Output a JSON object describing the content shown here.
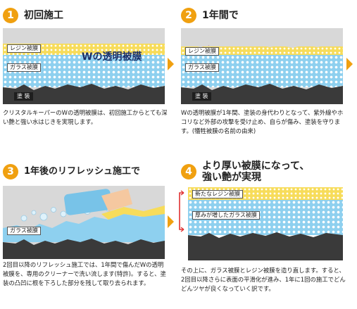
{
  "panels": [
    {
      "num": "1",
      "title": "初回施工",
      "tags": {
        "resin": "レジン被膜",
        "glass": "ガラス被膜",
        "paint": "塗 装"
      },
      "big_label": "Wの透明被膜",
      "desc": "クリスタルキーパーのWの透明被膜は、初回施工からとても深い艶と強い水はじきを実現します。"
    },
    {
      "num": "2",
      "title": "1年間で",
      "tags": {
        "resin": "レジン被膜",
        "glass": "ガラス被膜",
        "paint": "塗 装"
      },
      "desc": "Wの透明被膜が1年間、塗装の身代わりとなって、紫外線やホコリなど外部の攻撃を受け止め、自らが傷み、塗装を守ります。(犠牲被膜の名前の由来)"
    },
    {
      "num": "3",
      "title": "1年後のリフレッシュ施工で",
      "tags": {
        "glass": "ガラス被膜"
      },
      "desc": "2回目以降のリフレッシュ施工では、1年間で傷んだWの透明被膜を、専用のクリーナーで洗い流します(特許)。すると、塗装の凸凹に根を下ろした部分を残して取り去られます。"
    },
    {
      "num": "4",
      "title_line1": "より厚い被膜になって、",
      "title_line2": "強い艶が実現",
      "tags": {
        "resin": "新たなレジン被膜",
        "glass": "厚みが増したガラス被膜"
      },
      "desc": "その上に、ガラス被膜とレジン被膜を造り直します。すると、2回目以降さらに表面の平滑化が進み、1年に1回の施工でどんどんツヤが良くなっていく訳です。"
    }
  ],
  "colors": {
    "accent": "#f0a010",
    "resin": "#f7dc5a",
    "glass": "#8ed0ef",
    "paint": "#3a3a3a",
    "arrow_red": "#e03030"
  },
  "icons": [
    "sun-icon",
    "rain-drops-icon",
    "dust-icon",
    "cleaner-sponge-icon",
    "bubbles-icon"
  ]
}
